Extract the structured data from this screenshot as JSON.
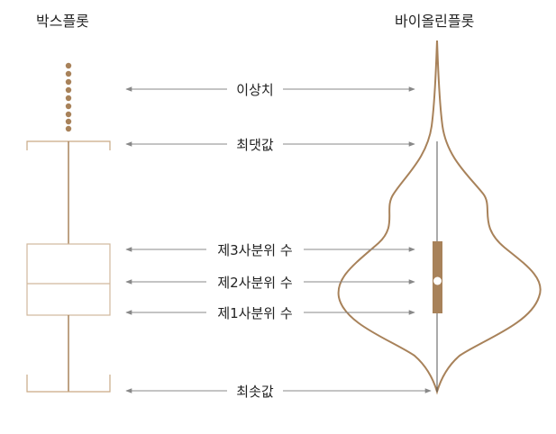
{
  "titles": {
    "boxplot": "박스플롯",
    "violinplot": "바이올린플롯"
  },
  "labels": [
    {
      "id": "outlier",
      "text": "이상치"
    },
    {
      "id": "max",
      "text": "최댓값"
    },
    {
      "id": "q3",
      "text": "제3사분위 수"
    },
    {
      "id": "q2",
      "text": "제2사분위 수"
    },
    {
      "id": "q1",
      "text": "제1사분위 수"
    },
    {
      "id": "min",
      "text": "최솟값"
    }
  ],
  "colors": {
    "plot": "#a8825a",
    "box_line": "#d0b89c",
    "arrow": "#888888",
    "median_dot": "#ffffff"
  },
  "icons": {
    "arrow": "double-headed-arrow"
  }
}
